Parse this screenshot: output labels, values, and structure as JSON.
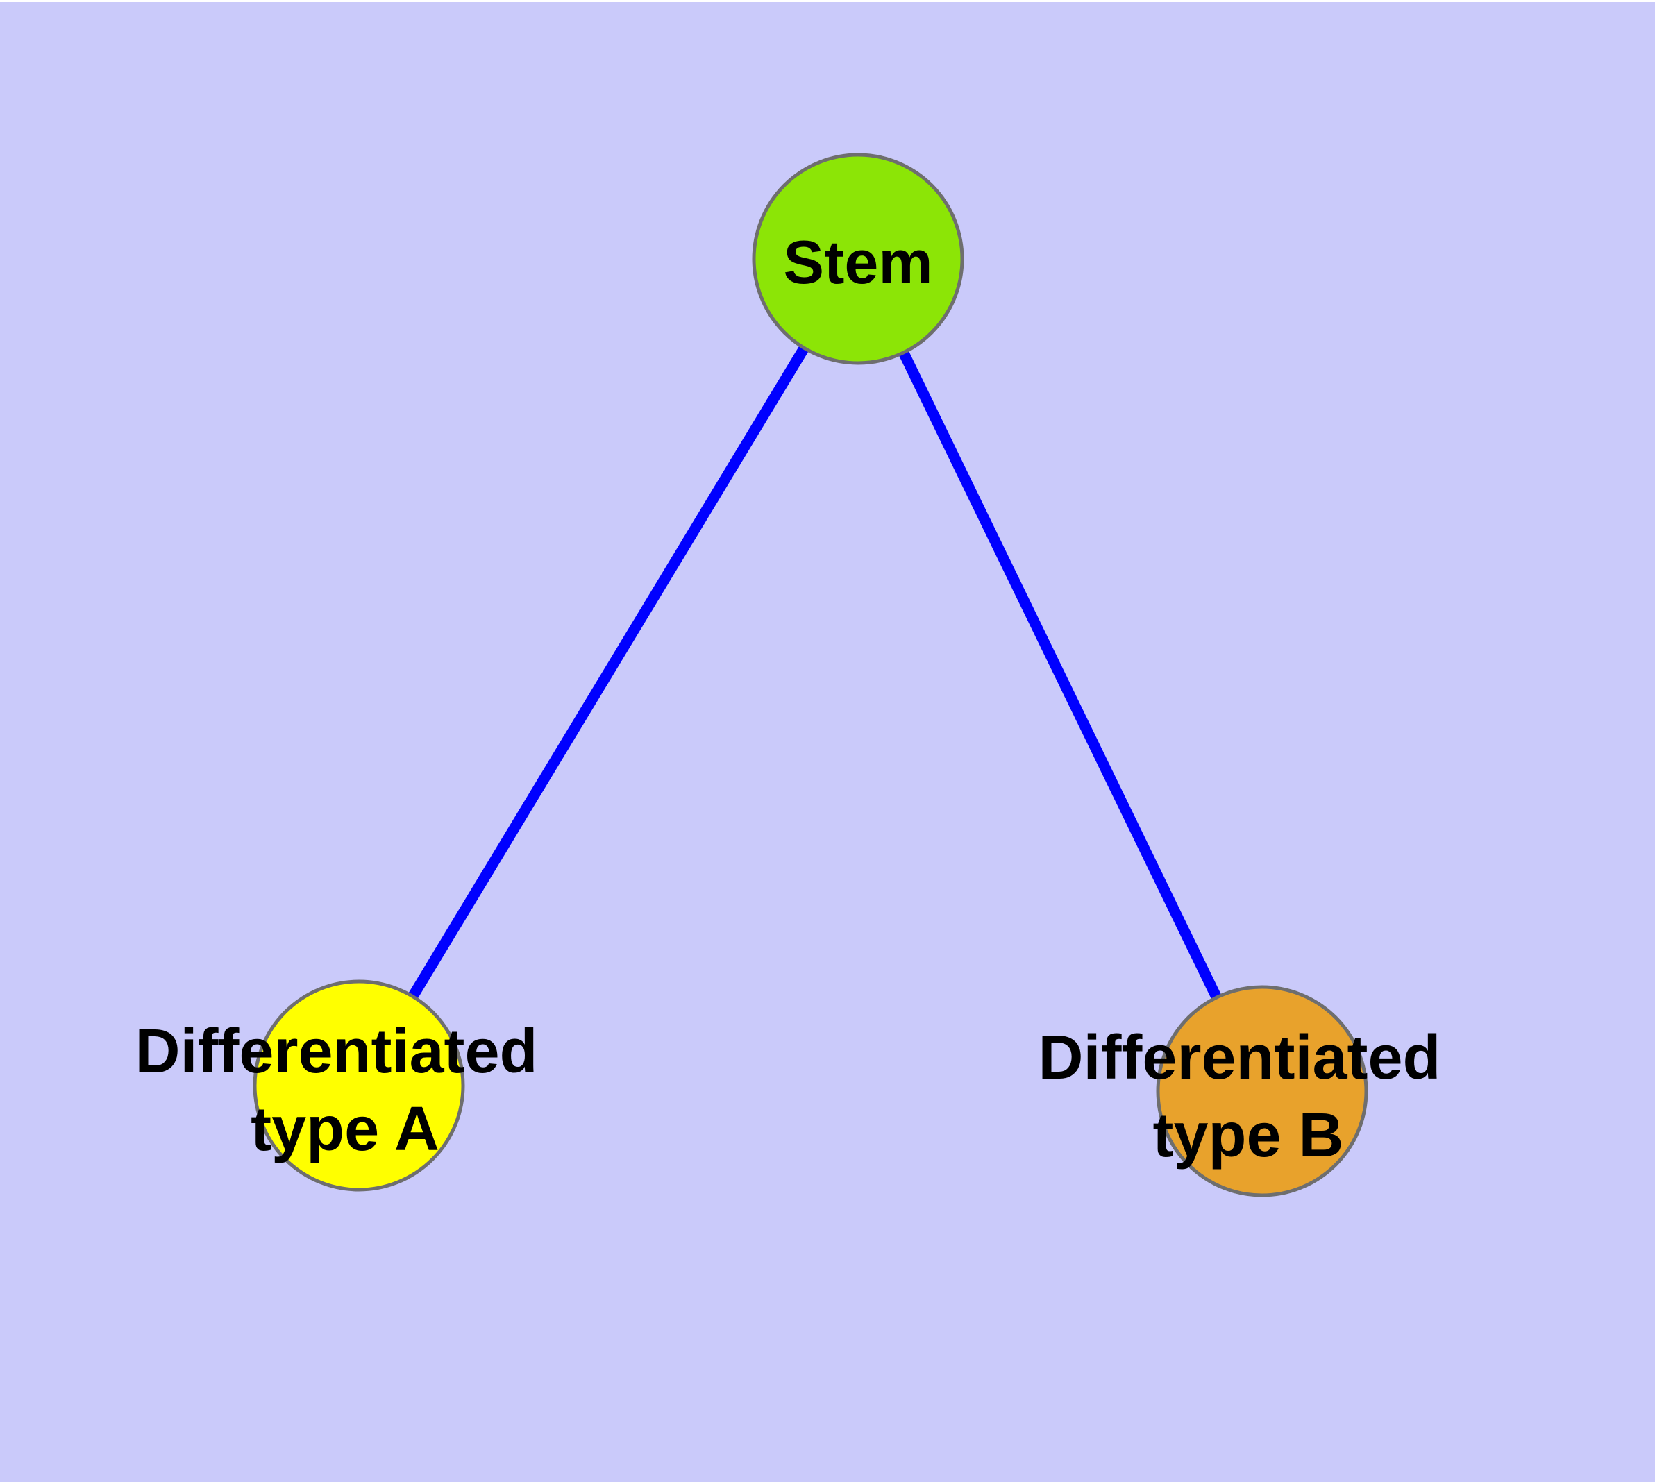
{
  "diagram": {
    "background_color": "#CACAFA",
    "edge_color": "#0000FF",
    "node_border_color": "#6E6E6E",
    "label_color": "#000000",
    "nodes": [
      {
        "id": "stem",
        "label": "Stem",
        "color": "#8CE506"
      },
      {
        "id": "differentiated-type-a",
        "label_line1": "Differentiated",
        "label_line2": "type A",
        "color": "#FFFF00"
      },
      {
        "id": "differentiated-type-b",
        "label_line1": "Differentiated",
        "label_line2": "type B",
        "color": "#E8A22C"
      }
    ],
    "edges": [
      {
        "from": "Stem",
        "to": "Differentiated type A"
      },
      {
        "from": "Stem",
        "to": "Differentiated type B"
      }
    ]
  }
}
